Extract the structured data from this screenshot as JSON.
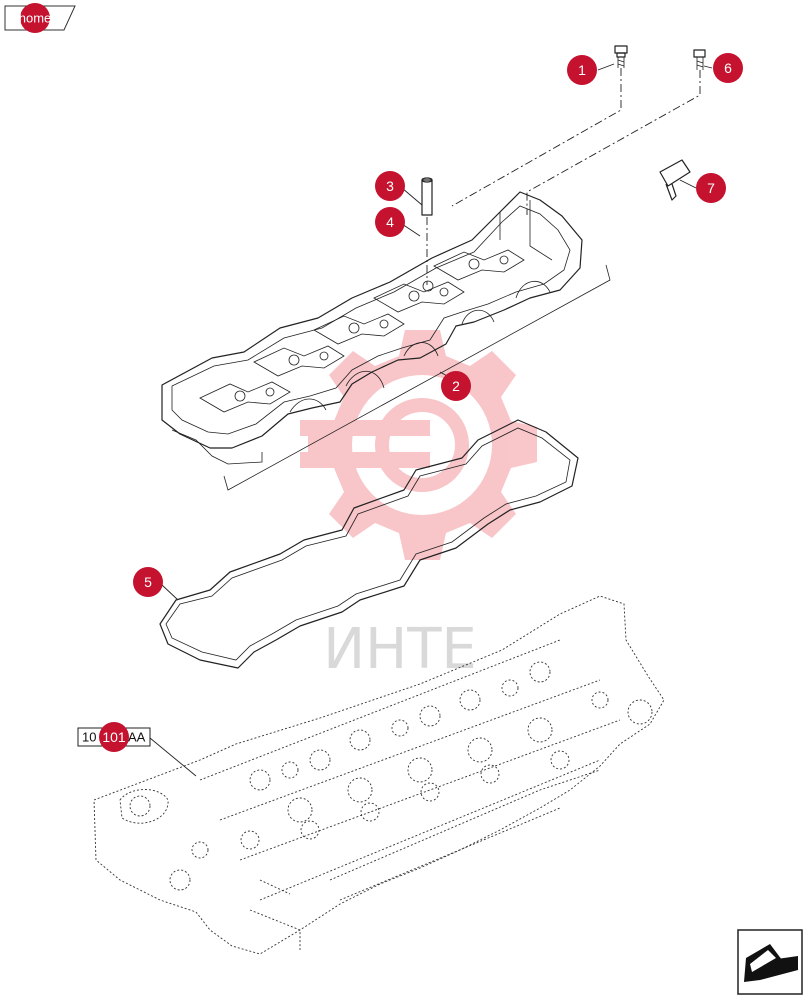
{
  "home": {
    "label": "home"
  },
  "watermark": {
    "text": "ИНТЕ",
    "color": "#e8323f"
  },
  "accent_color": "#c4122f",
  "callouts": [
    {
      "id": "1",
      "label": "1"
    },
    {
      "id": "2",
      "label": "2"
    },
    {
      "id": "3",
      "label": "3"
    },
    {
      "id": "4",
      "label": "4"
    },
    {
      "id": "5",
      "label": "5"
    },
    {
      "id": "6",
      "label": "6"
    },
    {
      "id": "7",
      "label": "7"
    }
  ],
  "reference": {
    "text_left": "10",
    "badge": "101",
    "text_right": "AA"
  },
  "nav": {
    "icon": "next-page-arrow-icon"
  }
}
